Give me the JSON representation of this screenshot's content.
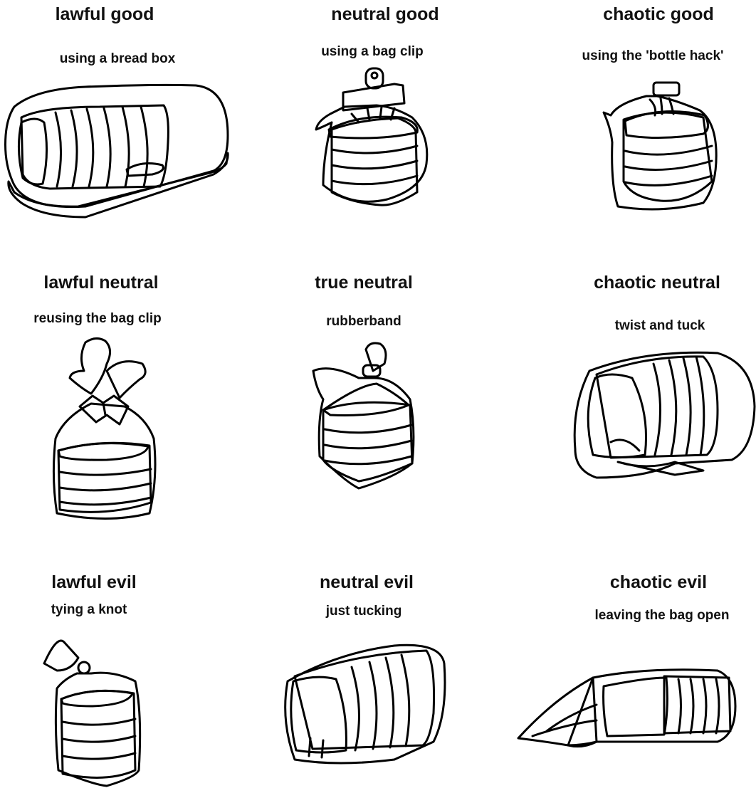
{
  "cells": [
    {
      "title": "lawful good",
      "caption": "using a bread box"
    },
    {
      "title": "neutral good",
      "caption": "using a bag clip"
    },
    {
      "title": "chaotic good",
      "caption": "using the 'bottle hack'"
    },
    {
      "title": "lawful neutral",
      "caption": "reusing the bag clip"
    },
    {
      "title": "true neutral",
      "caption": "rubberband"
    },
    {
      "title": "chaotic neutral",
      "caption": "twist and tuck"
    },
    {
      "title": "lawful evil",
      "caption": "tying a knot"
    },
    {
      "title": "neutral evil",
      "caption": "just tucking"
    },
    {
      "title": "chaotic evil",
      "caption": "leaving the bag open"
    }
  ],
  "colors": {
    "crust": "#b5734f",
    "crumb": "#f5d5bc",
    "clip_green": "#22aa22",
    "clip_red": "#e01010",
    "bottle_cap": "#5a7fb5",
    "rubberband": "#d56a1f",
    "box_base": "#c8c8c8"
  }
}
